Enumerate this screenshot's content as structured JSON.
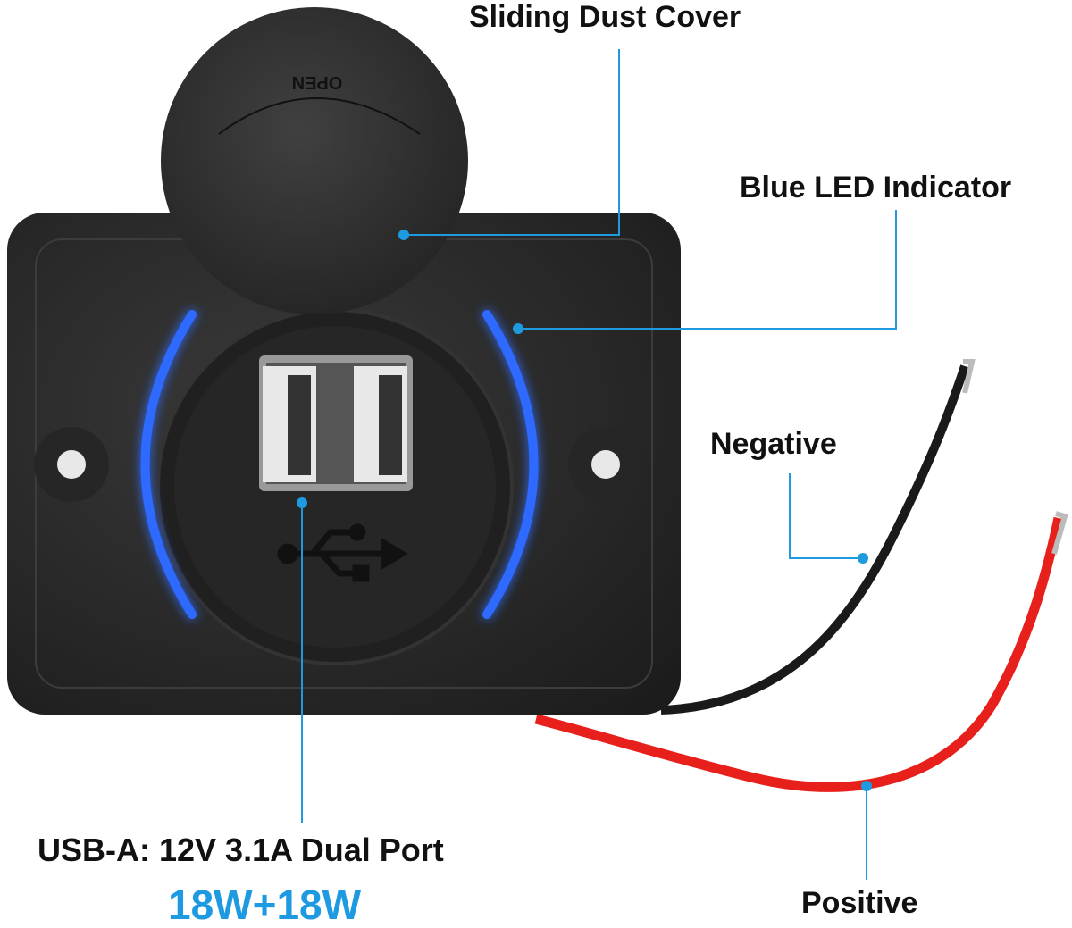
{
  "labels": {
    "dust_cover": "Sliding Dust Cover",
    "led": "Blue LED Indicator",
    "negative": "Negative",
    "usb": "USB-A: 12V 3.1A Dual Port",
    "power": "18W+18W",
    "positive": "Positive"
  },
  "cover_text": "OPEN",
  "colors": {
    "accent": "#1e9be0",
    "led": "#2f6bff",
    "panel": "#2b2b2b",
    "wire_negative": "#1a1a1a",
    "wire_positive": "#e8201c"
  }
}
